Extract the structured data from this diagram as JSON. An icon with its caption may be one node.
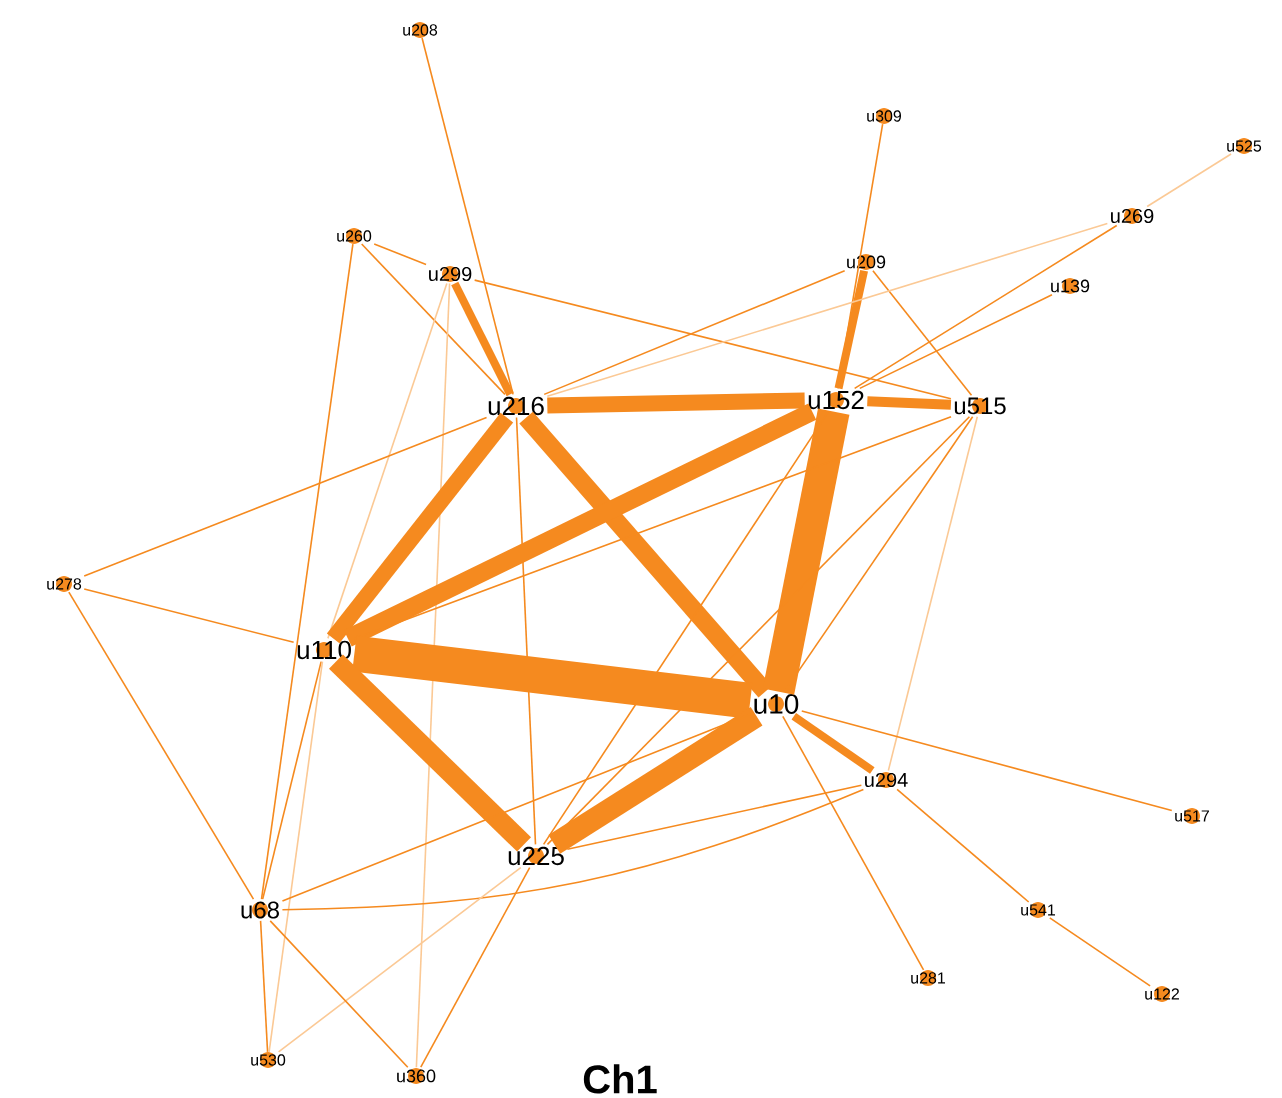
{
  "diagram": {
    "caption": "Ch1",
    "nodes": [
      {
        "text": [
          "u208"
        ]
      },
      {
        "text": [
          "u309"
        ]
      },
      {
        "text": [
          "u525"
        ]
      },
      {
        "text": [
          "u260"
        ]
      },
      {
        "text": [
          "u299"
        ]
      },
      {
        "text": [
          "u209"
        ]
      },
      {
        "text": [
          "u269"
        ]
      },
      {
        "text": [
          "u139"
        ]
      },
      {
        "text": [
          "u216"
        ]
      },
      {
        "text": [
          "u152"
        ]
      },
      {
        "text": [
          "u515"
        ]
      },
      {
        "text": [
          "u278"
        ]
      },
      {
        "text": [
          "u110"
        ]
      },
      {
        "text": [
          "u10"
        ]
      },
      {
        "text": [
          "u294"
        ]
      },
      {
        "text": [
          "u517"
        ]
      },
      {
        "text": [
          "u225"
        ]
      },
      {
        "text": [
          "u68"
        ]
      },
      {
        "text": [
          "u541"
        ]
      },
      {
        "text": [
          "u281"
        ]
      },
      {
        "text": [
          "u122"
        ]
      },
      {
        "text": [
          "u530"
        ]
      },
      {
        "text": [
          "u360"
        ]
      }
    ],
    "edges": [
      {
        "from": 0,
        "to": 8,
        "arrow": "none"
      },
      {
        "from": 1,
        "to": 9,
        "arrow": "none"
      },
      {
        "from": 2,
        "to": 6,
        "arrow": "none",
        "color": "#fbc995"
      },
      {
        "from": 3,
        "to": 4,
        "arrow": "none"
      },
      {
        "from": 3,
        "to": 8,
        "arrow": "none"
      },
      {
        "from": 3,
        "to": 17,
        "arrow": "none"
      },
      {
        "from": 4,
        "to": 8,
        "arrow": "none",
        "style": "thick"
      },
      {
        "from": 4,
        "to": 10,
        "arrow": "none"
      },
      {
        "from": 4,
        "to": 12,
        "arrow": "none",
        "color": "#fbc995"
      },
      {
        "from": 4,
        "to": 22,
        "arrow": "none",
        "color": "#fbc995"
      },
      {
        "from": 5,
        "to": 8,
        "arrow": "none"
      },
      {
        "from": 5,
        "to": 9,
        "arrow": "none",
        "style": "thick"
      },
      {
        "from": 5,
        "to": 10,
        "arrow": "none"
      },
      {
        "from": 6,
        "to": 8,
        "arrow": "none",
        "color": "#fbc995"
      },
      {
        "from": 6,
        "to": 9,
        "arrow": "none"
      },
      {
        "from": 7,
        "to": 9,
        "arrow": "none"
      },
      {
        "from": 8,
        "to": 9,
        "arrow": "none",
        "style": "thick"
      },
      {
        "from": 8,
        "to": 12,
        "arrow": "none",
        "style": "thick"
      },
      {
        "from": 8,
        "to": 13,
        "arrow": "none",
        "style": "thick"
      },
      {
        "from": 8,
        "to": 16,
        "arrow": "none"
      },
      {
        "from": 11,
        "to": 8,
        "arrow": "none"
      },
      {
        "from": 9,
        "to": 12,
        "arrow": "none",
        "style": "thick"
      },
      {
        "from": 9,
        "to": 13,
        "arrow": "none",
        "style": "thick"
      },
      {
        "from": 9,
        "to": 10,
        "arrow": "none",
        "style": "thick"
      },
      {
        "from": 9,
        "to": 16,
        "arrow": "none"
      },
      {
        "from": 10,
        "to": 12,
        "arrow": "none"
      },
      {
        "from": 10,
        "to": 13,
        "arrow": "none"
      },
      {
        "from": 10,
        "to": 16,
        "arrow": "none"
      },
      {
        "from": 10,
        "to": 14,
        "arrow": "none",
        "color": "#fbc995"
      },
      {
        "from": 11,
        "to": 12,
        "arrow": "none"
      },
      {
        "from": 11,
        "to": 17,
        "arrow": "none"
      },
      {
        "from": 12,
        "to": 13,
        "arrow": "none",
        "style": "thick"
      },
      {
        "from": 12,
        "to": 16,
        "arrow": "none",
        "style": "thick"
      },
      {
        "from": 12,
        "to": 17,
        "arrow": "none"
      },
      {
        "from": 12,
        "to": 21,
        "arrow": "none",
        "color": "#fbc995"
      },
      {
        "from": 13,
        "to": 16,
        "arrow": "none",
        "style": "thick"
      },
      {
        "from": 13,
        "to": 14,
        "arrow": "none",
        "style": "thick"
      },
      {
        "from": 13,
        "to": 15,
        "arrow": "none"
      },
      {
        "from": 13,
        "to": 19,
        "arrow": "none"
      },
      {
        "from": 13,
        "to": 17,
        "arrow": "none"
      },
      {
        "from": 14,
        "to": 16,
        "arrow": "none"
      },
      {
        "from": 14,
        "to": 18,
        "arrow": "none"
      },
      {
        "from": 14,
        "to": 17,
        "arrow": "none"
      },
      {
        "from": 18,
        "to": 20,
        "arrow": "none"
      },
      {
        "from": 16,
        "to": 22,
        "arrow": "none"
      },
      {
        "from": 16,
        "to": 21,
        "arrow": "none",
        "color": "#fbc995"
      },
      {
        "from": 17,
        "to": 22,
        "arrow": "none"
      },
      {
        "from": 17,
        "to": 21,
        "arrow": "none"
      }
    ]
  }
}
